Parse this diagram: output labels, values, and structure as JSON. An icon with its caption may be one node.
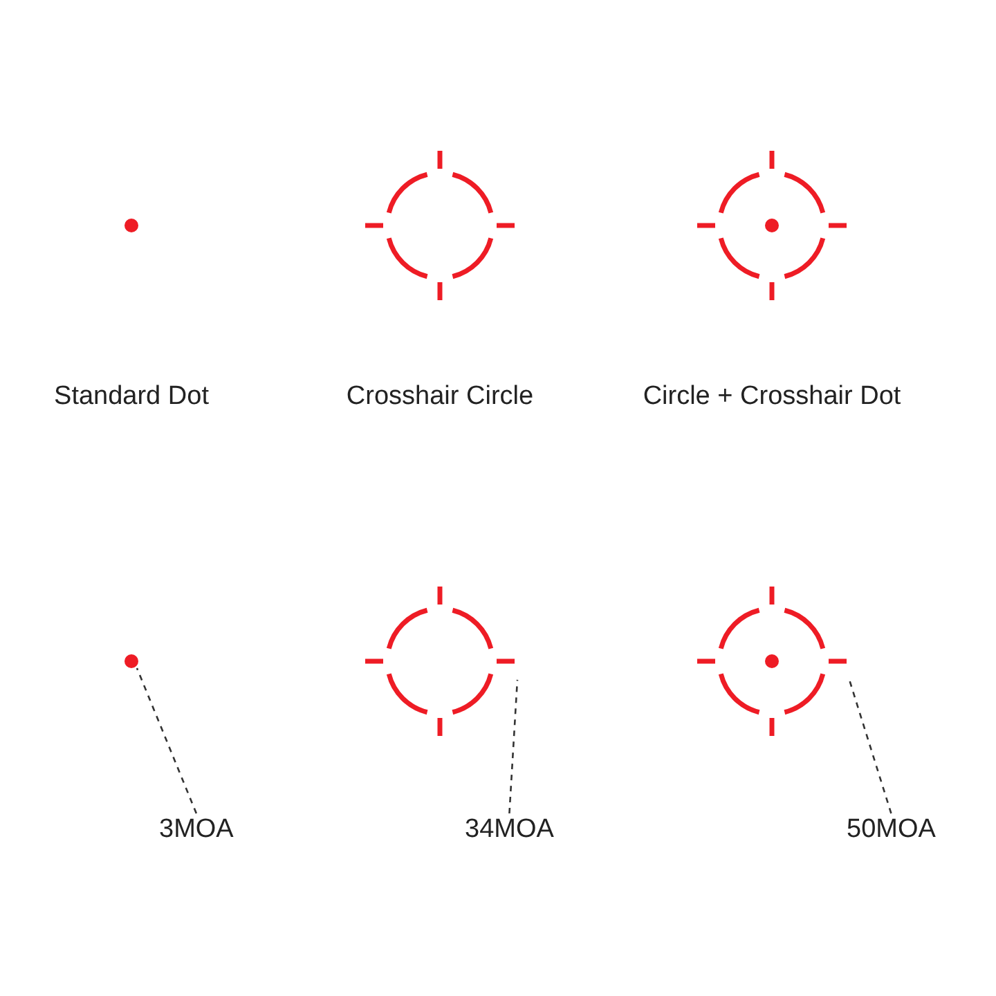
{
  "diagram": {
    "nodes": [
      {
        "text": [],
        "shape": "circle"
      },
      {
        "text": [],
        "shape": "picture"
      },
      {
        "text": [],
        "shape": "picture"
      },
      {
        "text": [
          "3MOA"
        ]
      },
      {
        "text": [
          "34MOA"
        ]
      },
      {
        "text": [
          "50MOA"
        ]
      }
    ],
    "edges": [
      {
        "from": 3,
        "to": 0,
        "arrow": "none",
        "style": "dashed"
      },
      {
        "from": 4,
        "to": 1,
        "arrow": "none",
        "style": "dashed"
      },
      {
        "from": 5,
        "to": 2,
        "arrow": "none",
        "style": "dashed"
      }
    ],
    "labels": [
      "Standard Dot",
      "Crosshair Circle",
      "Circle + Crosshair Dot"
    ]
  }
}
